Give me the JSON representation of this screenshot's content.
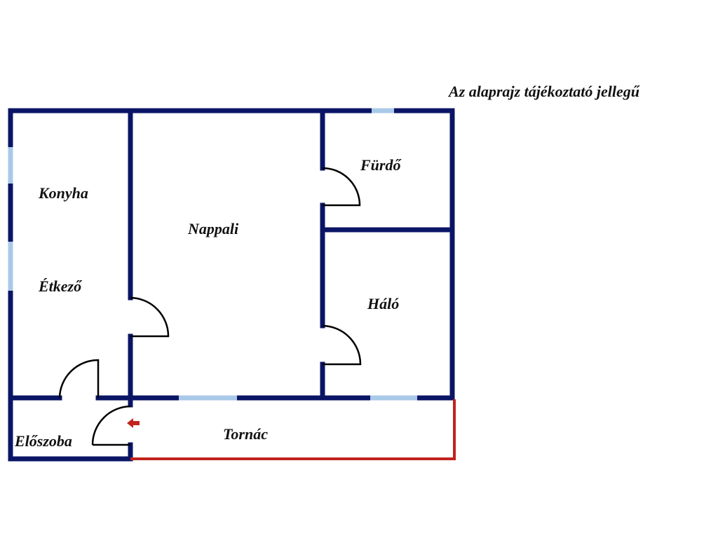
{
  "note": "Az alaprajz tájékoztató jellegű",
  "rooms": {
    "kitchen": "Konyha",
    "dining": "Étkező",
    "living": "Nappali",
    "bathroom": "Fürdő",
    "bedroom": "Háló",
    "hall": "Előszoba",
    "porch": "Tornác"
  },
  "colors": {
    "wall": "#0b1566",
    "window": "#a9c9e8",
    "porch": "#c0231d"
  }
}
